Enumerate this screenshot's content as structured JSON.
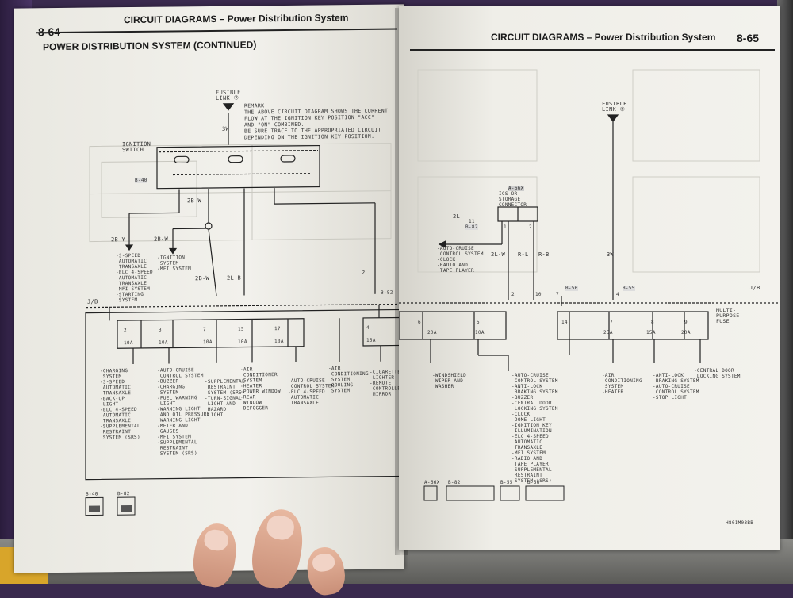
{
  "left_page": {
    "page_number": "8-64",
    "header": "CIRCUIT DIAGRAMS – Power Distribution System",
    "title": "POWER DISTRIBUTION SYSTEM (CONTINUED)",
    "fusible_link": "FUSIBLE\nLINK ⑦",
    "remark": "REMARK\nTHE ABOVE CIRCUIT DIAGRAM SHOWS THE CURRENT\nFLOW AT THE IGNITION KEY POSITION \"ACC\"\nAND \"ON\" COMBINED.\nBE SURE TRACE TO THE APPROPRIATED CIRCUIT\nDEPENDING ON THE IGNITION KEY POSITION.",
    "ignition_switch": "IGNITION\nSWITCH",
    "connector_b40": "B-40",
    "connector_b82": "B-82",
    "jb": "J/B",
    "wires": [
      "3W",
      "2B-W",
      "2B-Y",
      "2B-W",
      "2B-W",
      "2L-B",
      "2L"
    ],
    "fuses": [
      "10A",
      "10A",
      "10A",
      "10A",
      "10A",
      "15A"
    ],
    "fuse_numbers": [
      "2",
      "3",
      "7",
      "15",
      "17",
      "4"
    ],
    "ign_desc_1": "-3-SPEED\n AUTOMATIC\n TRANSAXLE\n-ELC 4-SPEED\n AUTOMATIC\n TRANSAXLE\n-MFI SYSTEM\n-STARTING\n SYSTEM",
    "ign_desc_2": "-IGNITION\n SYSTEM\n-MFI SYSTEM",
    "loads": [
      "-CHARGING\n SYSTEM\n-3-SPEED\n AUTOMATIC\n TRANSAXLE\n-BACK-UP\n LIGHT\n-ELC 4-SPEED\n AUTOMATIC\n TRANSAXLE\n-SUPPLEMENTAL\n RESTRAINT\n SYSTEM (SRS)",
      "-AUTO-CRUISE\n CONTROL SYSTEM\n-BUZZER\n-CHARGING\n SYSTEM\n-FUEL WARNING\n LIGHT\n-WARNING LIGHT\n AND OIL PRESSURE\n WARNING LIGHT\n-METER AND\n GAUGES\n-MFI SYSTEM\n-SUPPLEMENTAL\n RESTRAINT\n SYSTEM (SRS)",
      "-SUPPLEMENTAL\n RESTRAINT\n SYSTEM (SRS)\n-TURN-SIGNAL\n LIGHT AND\n HAZARD\n LIGHT",
      "-AIR\n CONDITIONER\n SYSTEM\n-HEATER\n-POWER WINDOW\n-REAR\n WINDOW\n DEFOGGER",
      "-AUTO-CRUISE\n CONTROL SYSTEM\n-ELC 4-SPEED\n AUTOMATIC\n TRANSAXLE",
      "-AIR\n CONDITIONING\n SYSTEM\n-COOLING\n SYSTEM",
      "-CIGARETTE\n LIGHTER\n-REMOTE\n CONTROLLED\n MIRROR"
    ],
    "bottom_connectors": [
      "B-40",
      "B-82"
    ]
  },
  "right_page": {
    "page_number": "8-65",
    "header": "CIRCUIT DIAGRAMS – Power Distribution System",
    "fusible_link": "FUSIBLE\nLINK ⑤",
    "connector_a66x": "A-66X",
    "storage": "ICS OR\nSTORAGE\nCONNECTOR",
    "connector_b82": "B-82",
    "connector_b56": "B-56",
    "connector_b55": "B-55",
    "jb": "J/B",
    "multi_purpose_fuse": "MULTI-\nPURPOSE\nFUSE",
    "wires": [
      "2L",
      "2L-W",
      "R-L",
      "R-B",
      "3W"
    ],
    "pins": [
      "11",
      "1",
      "2",
      "2",
      "10",
      "7",
      "4"
    ],
    "fuse_numbers": [
      "6",
      "5",
      "14",
      "7",
      "8",
      "9"
    ],
    "fuses": [
      "20A",
      "10A",
      "25A",
      "15A",
      "20A"
    ],
    "connector_desc": "-AUTO-CRUISE\n CONTROL SYSTEM\n-CLOCK\n-RADIO AND\n TAPE PLAYER",
    "loads": [
      "-WINDSHIELD\n WIPER AND\n WASHER",
      "-AUTO-CRUISE\n CONTROL SYSTEM\n-ANTI-LOCK\n BRAKING SYSTEM\n-BUZZER\n-CENTRAL DOOR\n LOCKING SYSTEM\n-CLOCK\n-DOME LIGHT\n-IGNITION KEY\n ILLUMINATION\n-ELC 4-SPEED\n AUTOMATIC\n TRANSAXLE\n-MFI SYSTEM\n-RADIO AND\n TAPE PLAYER\n-SUPPLEMENTAL\n RESTRAINT\n SYSTEM (SRS)",
      "-AIR\n CONDITIONING\n SYSTEM\n-HEATER",
      "-ANTI-LOCK\n BRAKING SYSTEM\n-AUTO-CRUISE\n CONTROL SYSTEM\n-STOP LIGHT",
      "-CENTRAL DOOR\n LOCKING SYSTEM"
    ],
    "bottom_connectors": [
      "A-66X",
      "B-82",
      "B-55",
      "B-56"
    ],
    "figure_id": "H801M03BB"
  },
  "colors": {
    "paper": "#f1f0ea",
    "ink": "#222222",
    "faint_ink": "#b9b9b0",
    "skin": "#d9a08a"
  }
}
